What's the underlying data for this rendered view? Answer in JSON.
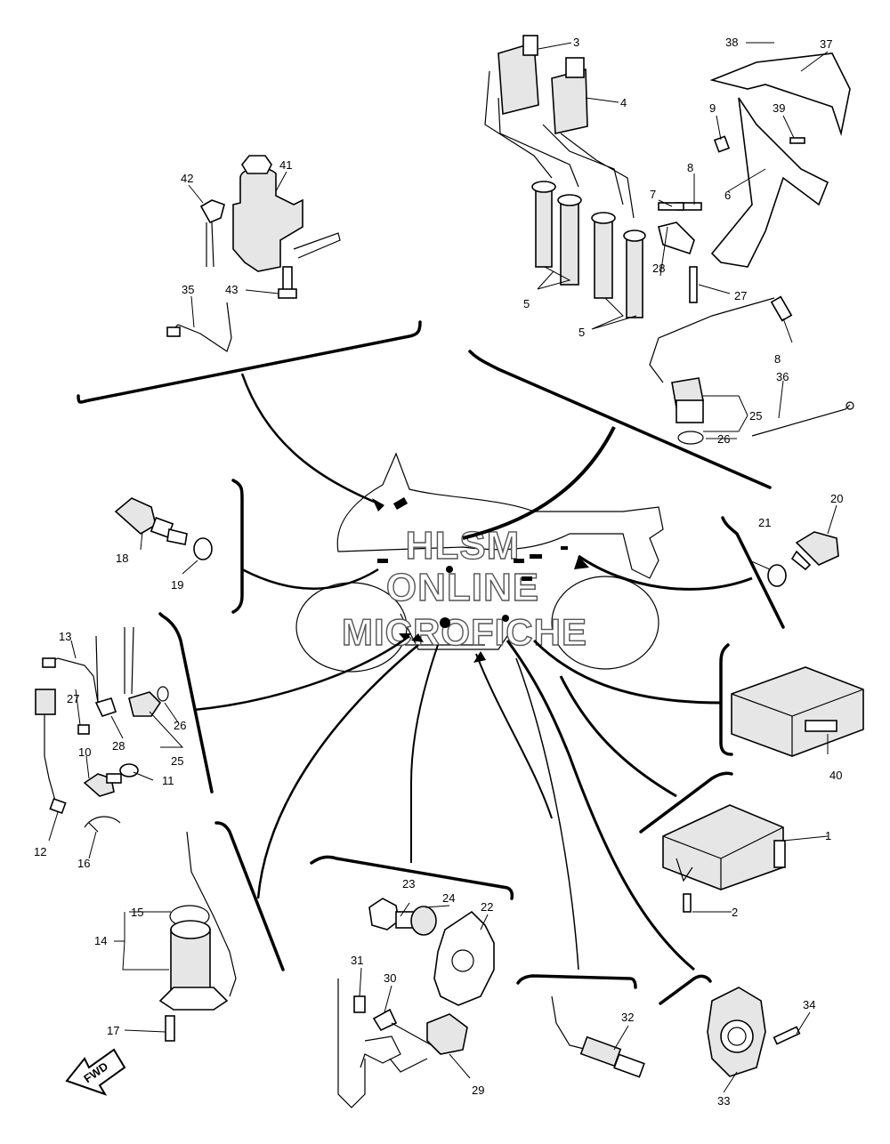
{
  "watermark": {
    "line1": "HLSM",
    "line2": "ONLINE",
    "line3": "MICROFICHE"
  },
  "fwd_label": "FWD",
  "callouts": {
    "c1": "1",
    "c2": "2",
    "c3": "3",
    "c4": "4",
    "c5a": "5",
    "c5b": "5",
    "c6": "6",
    "c7": "7",
    "c8a": "8",
    "c8b": "8",
    "c9": "9",
    "c10": "10",
    "c11": "11",
    "c12": "12",
    "c13": "13",
    "c14": "14",
    "c15": "15",
    "c16": "16",
    "c17": "17",
    "c18": "18",
    "c19": "19",
    "c20": "20",
    "c21": "21",
    "c22": "22",
    "c23": "23",
    "c24": "24",
    "c25a": "25",
    "c25b": "25",
    "c26a": "26",
    "c26b": "26",
    "c27a": "27",
    "c27b": "27",
    "c28a": "28",
    "c28b": "28",
    "c29": "29",
    "c30": "30",
    "c31": "31",
    "c32": "32",
    "c33": "33",
    "c34": "34",
    "c35": "35",
    "c36": "36",
    "c37": "37",
    "c38": "38",
    "c39": "39",
    "c40": "40",
    "c41": "41",
    "c42": "42",
    "c43": "43"
  }
}
